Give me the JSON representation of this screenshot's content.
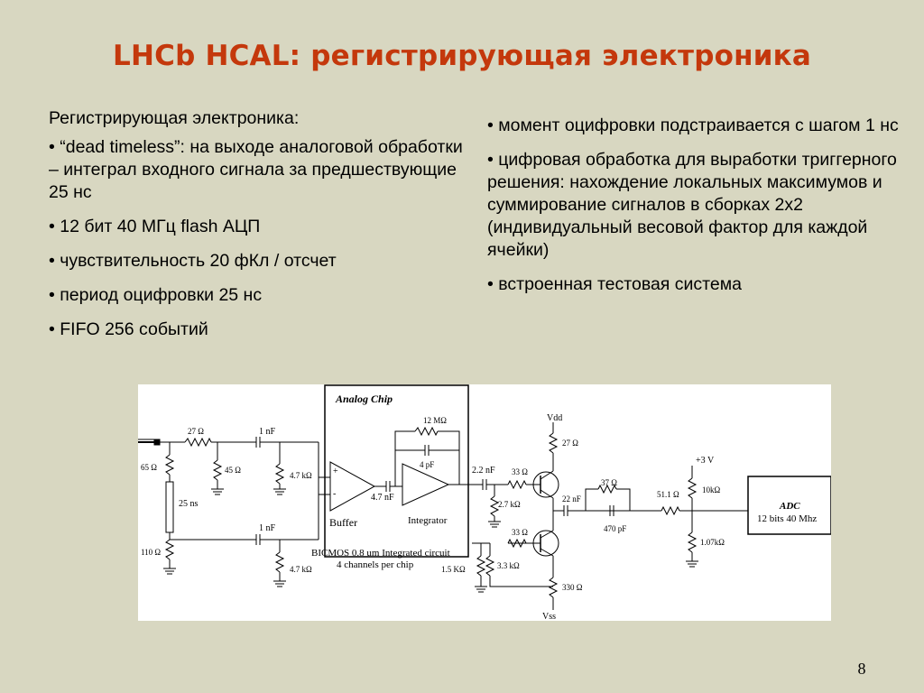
{
  "title": "LHCb HCAL: регистрирующая электроника",
  "left": {
    "intro": "Регистрирующая электроника:",
    "bullets": [
      "• “dead timeless”: на выходе аналоговой обработки – интеграл входного сигнала за предшествующие 25 нс",
      "• 12 бит 40 МГц flash АЦП",
      "• чувствительность 20 фКл / отсчет",
      "• период оцифровки 25 нс",
      "• FIFO 256 событий"
    ]
  },
  "right": {
    "bullets": [
      "• момент оцифровки подстраивается с шагом 1 нс",
      "• цифровая обработка для выработки триггерного решения: нахождение локальных максимумов и суммирование сигналов в сборках 2х2 (индивидуальный весовой фактор для каждой ячейки)",
      "• встроенная тестовая система"
    ]
  },
  "circuit": {
    "chip_title": "Analog Chip",
    "buffer": "Buffer",
    "integrator": "Integrator",
    "chip_note_1": "BICMOS 0.8 um Integrated circuit",
    "chip_note_2": "4 channels per chip",
    "adc_title": "ADC",
    "adc_spec": "12 bits 40 Mhz",
    "vdd": "Vdd",
    "vss": "Vss",
    "v3": "+3 V",
    "delay": "25 ns",
    "plus": "+",
    "minus": "-",
    "r27a": "27 Ω",
    "r65": "65 Ω",
    "r45": "45 Ω",
    "r110": "110 Ω",
    "c1nf_a": "1 nF",
    "c1nf_b": "1 nF",
    "r47k_a": "4.7 kΩ",
    "r47k_b": "4.7 kΩ",
    "c47nf": "4.7 nF",
    "r12m": "12 MΩ",
    "c4pf": "4 pF",
    "c22nf_a": "2.2 nF",
    "r33a": "33 Ω",
    "r27k": "2.7 kΩ",
    "r33b": "33 Ω",
    "r15k": "1.5 KΩ",
    "r33k": "3.3 kΩ",
    "r27b": "27 Ω",
    "r330": "330 Ω",
    "c22nf_b": "22 nF",
    "r37": "37 Ω",
    "c470pf": "470 pF",
    "r511": "51.1 Ω",
    "r10k": "10kΩ",
    "r107k": "1.07kΩ"
  },
  "page_number": "8"
}
